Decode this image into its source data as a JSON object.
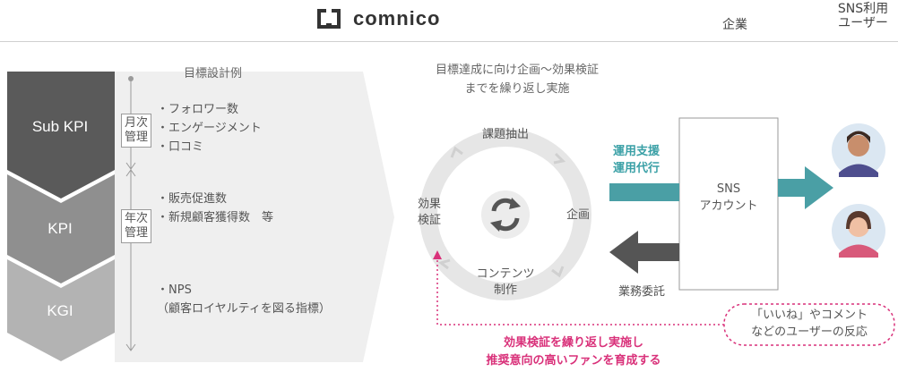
{
  "header": {
    "logo_text": "comnico",
    "company_label": "企業",
    "sns_user_line1": "SNS利用",
    "sns_user_line2": "ユーザー"
  },
  "kpi": {
    "section_title": "目標設計例",
    "levels": [
      {
        "label": "Sub KPI",
        "items": [
          "・フォロワー数",
          "・エンゲージメント",
          "・口コミ"
        ]
      },
      {
        "label": "KPI",
        "items": [
          "・販売促進数",
          "・新規顧客獲得数　等"
        ]
      },
      {
        "label": "KGI",
        "items": [
          "・NPS",
          "（顧客ロイヤルティを図る指標）"
        ]
      }
    ],
    "monthly_line1": "月次",
    "monthly_line2": "管理",
    "yearly_line1": "年次",
    "yearly_line2": "管理"
  },
  "cycle": {
    "title_line1": "目標達成に向け企画〜効果検証",
    "title_line2": "までを繰り返し実施",
    "steps": {
      "top": "課題抽出",
      "right": "企画",
      "bottom_line1": "コンテンツ",
      "bottom_line2": "制作",
      "left_line1": "効果",
      "left_line2": "検証"
    }
  },
  "flow": {
    "support_line1": "運用支援",
    "support_line2": "運用代行",
    "outsource": "業務委託",
    "sns_account_line1": "SNS",
    "sns_account_line2": "アカウント",
    "reaction_line1": "「いいね」やコメント",
    "reaction_line2": "などのユーザーの反応",
    "bottom_line1": "効果検証を繰り返し実施し",
    "bottom_line2": "推奨意向の高いファンを育成する"
  },
  "colors": {
    "sub_kpi": "#5a5a5a",
    "kpi": "#8f8f8f",
    "kgi": "#b3b3b3",
    "teal": "#4a9fa5",
    "dark_arrow": "#555555",
    "pink": "#d9317a"
  }
}
